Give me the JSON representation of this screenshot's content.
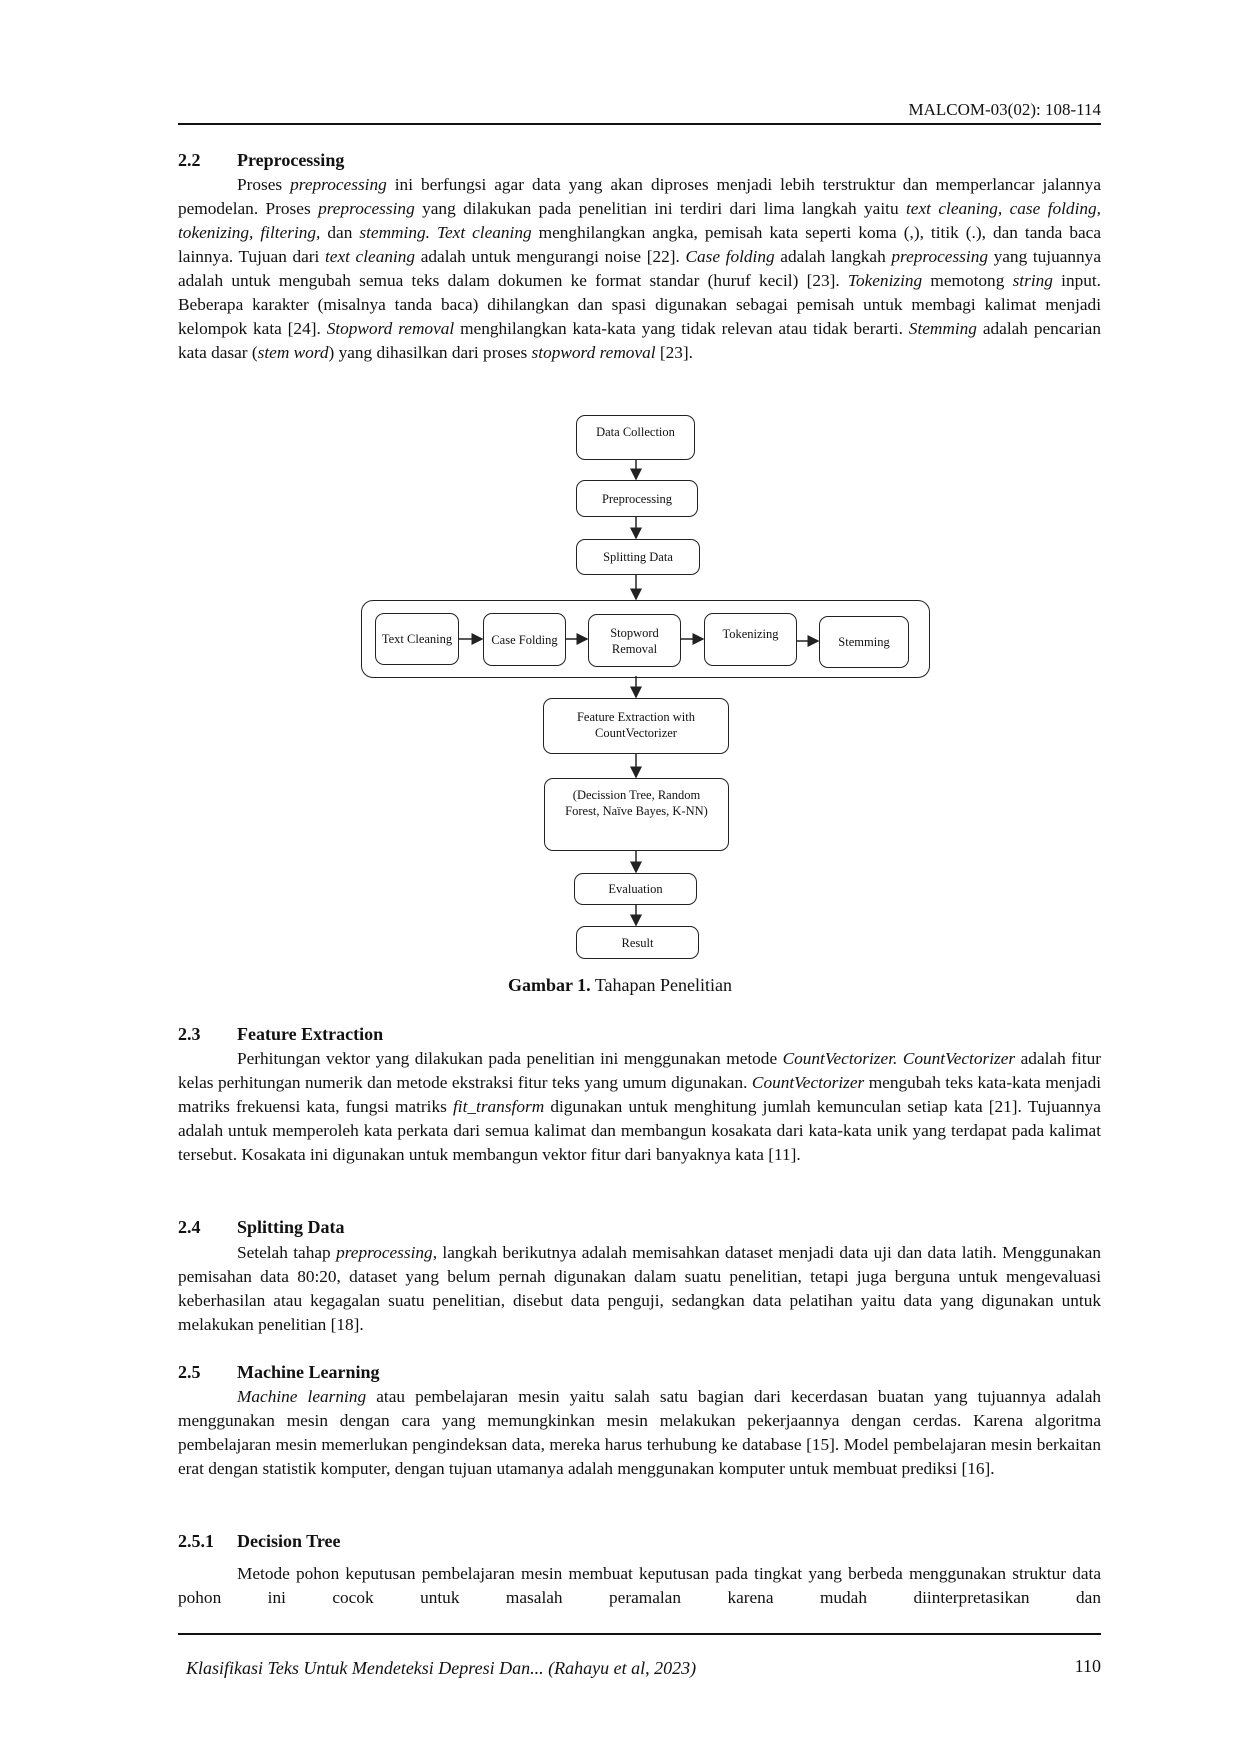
{
  "header": {
    "journal": "MALCOM-03(02): 108-114"
  },
  "sections": [
    {
      "num": "2.2",
      "title": "Preprocessing",
      "runs": [
        {
          "t": "Proses "
        },
        {
          "t": "preprocessing",
          "i": true
        },
        {
          "t": " ini berfungsi agar data yang akan diproses menjadi lebih terstruktur dan memperlancar jalannya pemodelan. Proses "
        },
        {
          "t": "preprocessing",
          "i": true
        },
        {
          "t": " yang dilakukan pada penelitian ini terdiri dari lima langkah yaitu "
        },
        {
          "t": "text cleaning, case folding, tokenizing, filtering,",
          "i": true
        },
        {
          "t": " dan "
        },
        {
          "t": "stemming. Text cleaning",
          "i": true
        },
        {
          "t": " menghilangkan angka, pemisah kata seperti koma (,), titik (.), dan tanda baca lainnya. Tujuan dari "
        },
        {
          "t": "text cleaning",
          "i": true
        },
        {
          "t": " adalah untuk mengurangi noise [22]. "
        },
        {
          "t": "Case folding",
          "i": true
        },
        {
          "t": " adalah langkah "
        },
        {
          "t": "preprocessing",
          "i": true
        },
        {
          "t": " yang tujuannya adalah untuk mengubah semua teks dalam dokumen ke format standar (huruf kecil) [23]. "
        },
        {
          "t": "Tokenizing",
          "i": true
        },
        {
          "t": " memotong "
        },
        {
          "t": "string",
          "i": true
        },
        {
          "t": " input. Beberapa karakter (misalnya tanda baca) dihilangkan dan spasi digunakan sebagai pemisah untuk membagi kalimat menjadi kelompok kata [24]. "
        },
        {
          "t": "Stopword removal",
          "i": true
        },
        {
          "t": " menghilangkan kata-kata yang tidak relevan atau tidak berarti. "
        },
        {
          "t": "Stemming",
          "i": true
        },
        {
          "t": " adalah pencarian kata dasar ("
        },
        {
          "t": "stem word",
          "i": true
        },
        {
          "t": ") yang dihasilkan dari proses "
        },
        {
          "t": "stopword removal",
          "i": true
        },
        {
          "t": " [23]."
        }
      ]
    },
    {
      "num": "2.3",
      "title": "Feature Extraction",
      "runs": [
        {
          "t": "Perhitungan vektor yang dilakukan pada penelitian ini menggunakan metode "
        },
        {
          "t": "CountVectorizer. CountVectorizer",
          "i": true
        },
        {
          "t": " adalah fitur kelas perhitungan numerik dan metode ekstraksi fitur teks yang umum digunakan. "
        },
        {
          "t": "CountVectorizer",
          "i": true
        },
        {
          "t": " mengubah teks kata-kata menjadi matriks frekuensi kata, fungsi matriks "
        },
        {
          "t": "fit_transform",
          "i": true
        },
        {
          "t": " digunakan untuk menghitung jumlah kemunculan setiap kata [21]. Tujuannya adalah untuk memperoleh kata perkata dari semua kalimat dan membangun kosakata dari kata-kata unik yang terdapat pada kalimat tersebut. Kosakata ini digunakan untuk membangun vektor fitur dari banyaknya kata [11]."
        }
      ]
    },
    {
      "num": "2.4",
      "title": "Splitting Data",
      "runs": [
        {
          "t": "Setelah tahap "
        },
        {
          "t": "preprocessing",
          "i": true
        },
        {
          "t": ", langkah berikutnya adalah memisahkan dataset menjadi data uji dan data latih. Menggunakan pemisahan data 80:20, dataset yang belum pernah digunakan dalam suatu penelitian, tetapi juga berguna untuk mengevaluasi keberhasilan atau kegagalan suatu penelitian, disebut data penguji, sedangkan data pelatihan yaitu data yang digunakan untuk melakukan penelitian [18]."
        }
      ]
    },
    {
      "num": "2.5",
      "title": "Machine Learning",
      "runs": [
        {
          "t": "Machine learning",
          "i": true
        },
        {
          "t": " atau pembelajaran mesin yaitu salah satu bagian dari kecerdasan buatan yang tujuannya adalah menggunakan mesin dengan cara yang memungkinkan mesin melakukan pekerjaannya dengan cerdas. Karena algoritma pembelajaran mesin memerlukan pengindeksan data, mereka harus terhubung ke database [15]. Model pembelajaran mesin berkaitan erat dengan statistik komputer, dengan tujuan utamanya adalah menggunakan komputer untuk membuat prediksi  [16]."
        }
      ]
    },
    {
      "num": "2.5.1",
      "title": "Decision Tree",
      "runs": [
        {
          "t": "Metode pohon keputusan pembelajaran mesin membuat keputusan pada tingkat yang berbeda menggunakan struktur data pohon ini cocok untuk masalah peramalan karena mudah diinterpretasikan dan"
        }
      ]
    }
  ],
  "diagram": {
    "data_collection": "Data Collection",
    "preprocessing": "Preprocessing",
    "splitting": "Splitting Data",
    "text_cleaning": "Text Cleaning",
    "case_folding": "Case Folding",
    "stopword": "Stopword Removal",
    "tokenizing": "Tokenizing",
    "stemming": "Stemming",
    "feature": "Feature Extraction with CountVectorizer",
    "models": "(Decission Tree, Random Forest, Naïve Bayes, K-NN)",
    "evaluation": "Evaluation",
    "result": "Result"
  },
  "caption": {
    "label": "Gambar 1.",
    "text": " Tahapan Penelitian"
  },
  "footer": {
    "citation": "Klasifikasi Teks Untuk Mendeteksi Depresi Dan... (Rahayu et al, 2023)",
    "page": "110"
  }
}
